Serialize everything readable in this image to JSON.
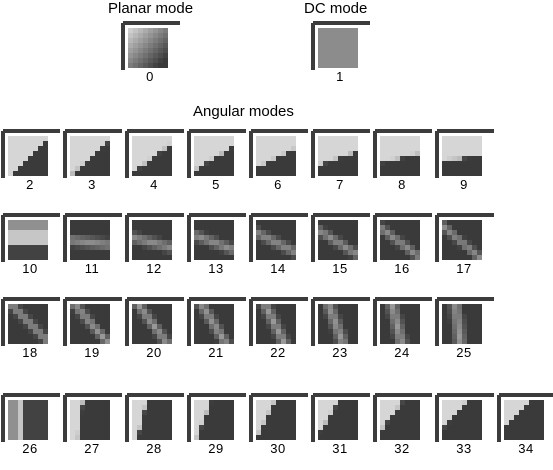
{
  "headings": {
    "planar": "Planar mode",
    "dc": "DC mode",
    "angular": "Angular modes"
  },
  "modes": [
    {
      "label": "0",
      "kind": "planar"
    },
    {
      "label": "1",
      "kind": "dc"
    },
    {
      "label": "2",
      "kind": "angular"
    },
    {
      "label": "3",
      "kind": "angular"
    },
    {
      "label": "4",
      "kind": "angular"
    },
    {
      "label": "5",
      "kind": "angular"
    },
    {
      "label": "6",
      "kind": "angular"
    },
    {
      "label": "7",
      "kind": "angular"
    },
    {
      "label": "8",
      "kind": "angular"
    },
    {
      "label": "9",
      "kind": "angular"
    },
    {
      "label": "10",
      "kind": "angular"
    },
    {
      "label": "11",
      "kind": "angular"
    },
    {
      "label": "12",
      "kind": "angular"
    },
    {
      "label": "13",
      "kind": "angular"
    },
    {
      "label": "14",
      "kind": "angular"
    },
    {
      "label": "15",
      "kind": "angular"
    },
    {
      "label": "16",
      "kind": "angular"
    },
    {
      "label": "17",
      "kind": "angular"
    },
    {
      "label": "18",
      "kind": "angular"
    },
    {
      "label": "19",
      "kind": "angular"
    },
    {
      "label": "20",
      "kind": "angular"
    },
    {
      "label": "21",
      "kind": "angular"
    },
    {
      "label": "22",
      "kind": "angular"
    },
    {
      "label": "23",
      "kind": "angular"
    },
    {
      "label": "24",
      "kind": "angular"
    },
    {
      "label": "25",
      "kind": "angular"
    },
    {
      "label": "26",
      "kind": "angular"
    },
    {
      "label": "27",
      "kind": "angular"
    },
    {
      "label": "28",
      "kind": "angular"
    },
    {
      "label": "29",
      "kind": "angular"
    },
    {
      "label": "30",
      "kind": "angular"
    },
    {
      "label": "31",
      "kind": "angular"
    },
    {
      "label": "32",
      "kind": "angular"
    },
    {
      "label": "33",
      "kind": "angular"
    },
    {
      "label": "34",
      "kind": "angular"
    }
  ],
  "colors": {
    "dark": "#3a3a3a",
    "light": "#d6d6d6",
    "reference": "#3c3c3c",
    "dc_fill": "#8c8c8c"
  }
}
